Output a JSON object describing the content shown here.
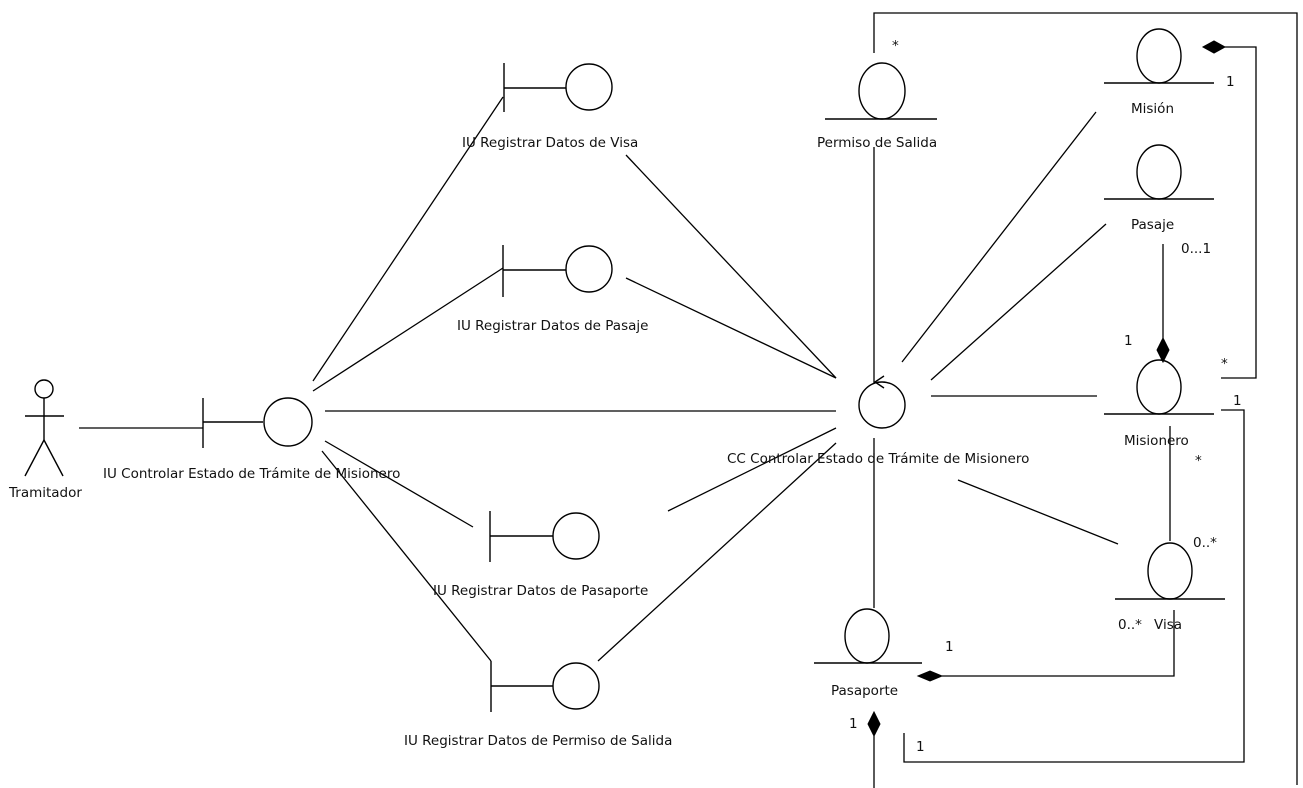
{
  "actor": {
    "label": "Tramitador"
  },
  "boundaries": {
    "main": "IU Controlar Estado de Trámite de Misionero",
    "visa": "IU Registrar Datos de  Visa",
    "pasaje": "IU Registrar Datos de Pasaje",
    "pasaporte": "IU Registrar Datos de Pasaporte",
    "permiso": "IU Registrar Datos de Permiso de Salida"
  },
  "control": {
    "label": "CC Controlar Estado de Trámite de Misionero"
  },
  "entities": {
    "permiso": "Permiso de Salida",
    "mision": "Misión",
    "pasaje": "Pasaje",
    "misionero": "Misionero",
    "visa": "Visa",
    "pasaporte": "Pasaporte"
  },
  "multiplicities": {
    "permiso_star": "*",
    "mision_one": "1",
    "pasaje_zero_one": "0...1",
    "misionero_one_top": "1",
    "misionero_star_right": "*",
    "misionero_one_right": "1",
    "misionero_star_bottom": "*",
    "visa_zero_many_right": "0..*",
    "visa_zero_many_left": "0..*",
    "pasaporte_one_top": "1",
    "pasaporte_one_left": "1",
    "pasaporte_one_bottom": "1"
  }
}
